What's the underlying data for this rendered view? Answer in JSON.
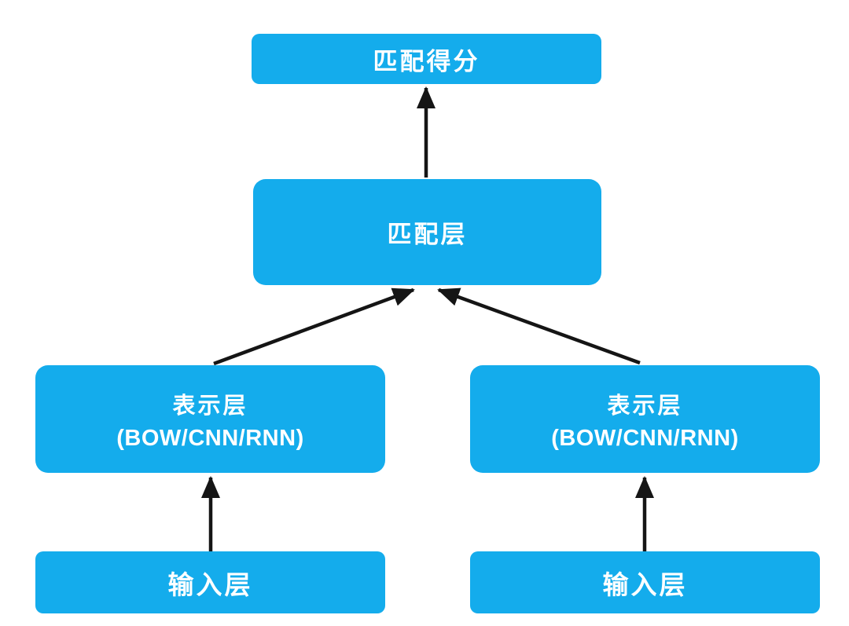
{
  "diagram": {
    "type": "flow-diagram",
    "description": "Representation-based text matching model architecture",
    "colors": {
      "node_fill": "#14ACEC",
      "node_text": "#FFFFFF",
      "arrow": "#151515",
      "background": "#FFFFFF"
    },
    "nodes": {
      "match_score": {
        "label": "匹配得分"
      },
      "matching_layer": {
        "label": "匹配层"
      },
      "representation_layer_left": {
        "line1": "表示层",
        "line2": "(BOW/CNN/RNN)"
      },
      "representation_layer_right": {
        "line1": "表示层",
        "line2": "(BOW/CNN/RNN)"
      },
      "input_layer_left": {
        "label": "输入层"
      },
      "input_layer_right": {
        "label": "输入层"
      }
    },
    "edges": [
      {
        "from": "matching_layer",
        "to": "match_score"
      },
      {
        "from": "representation_layer_left",
        "to": "matching_layer"
      },
      {
        "from": "representation_layer_right",
        "to": "matching_layer"
      },
      {
        "from": "input_layer_left",
        "to": "representation_layer_left"
      },
      {
        "from": "input_layer_right",
        "to": "representation_layer_right"
      }
    ]
  }
}
